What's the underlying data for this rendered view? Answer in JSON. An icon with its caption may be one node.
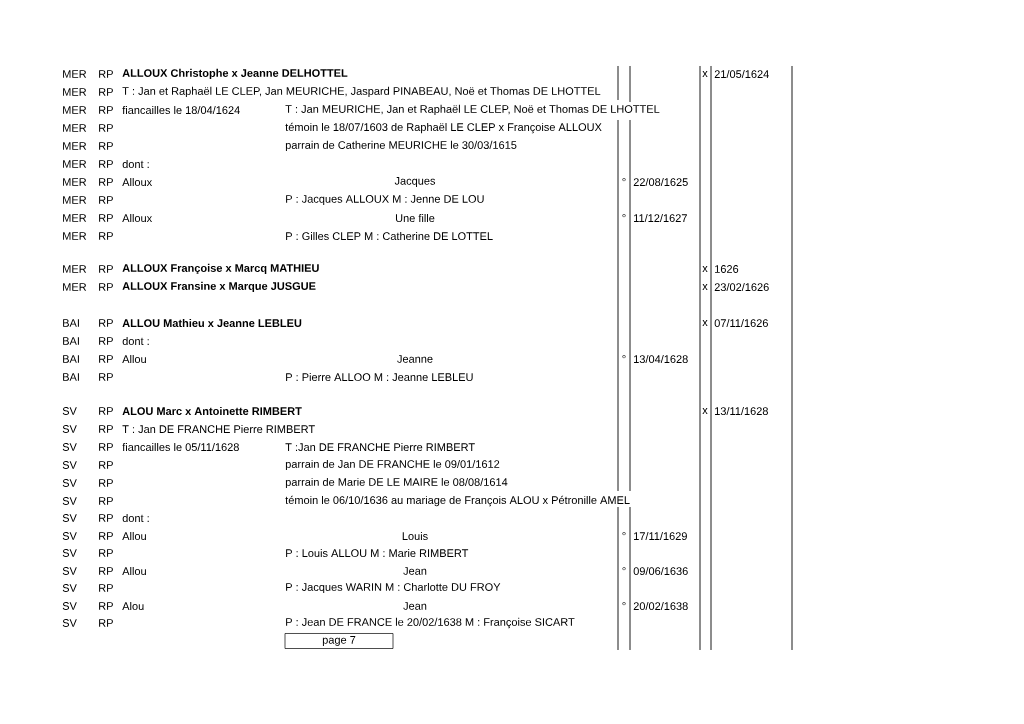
{
  "diagram": {
    "nodes": [
      {
        "text": [
          "page 7"
        ]
      }
    ],
    "labels": [
      "MER",
      "RP",
      "ALLOUX Christophe x Jeanne DELHOTTEL",
      "x",
      "21/05/1624",
      "MER",
      "RP",
      "T : Jan et Raphaël LE CLEP, Jan MEURICHE, Jaspard PINABEAU, Noë et Thomas DE LHOTTEL",
      "MER",
      "RP",
      "fiancailles le 18/04/1624",
      "T : Jan MEURICHE, Jan et Raphaël LE CLEP, Noë et Thomas DE LHOTTEL",
      "MER",
      "RP",
      "témoin le 18/07/1603 de Raphaël LE CLEP x Françoise ALLOUX",
      "MER",
      "RP",
      "parrain de Catherine MEURICHE le 30/03/1615",
      "MER",
      "RP",
      "dont :",
      "MER",
      "RP",
      "Alloux",
      "Jacques",
      "°",
      "22/08/1625",
      "MER",
      "RP",
      "P : Jacques ALLOUX M : Jenne DE LOU",
      "MER",
      "RP",
      "Alloux",
      "Une fille",
      "°",
      "11/12/1627",
      "MER",
      "RP",
      "P : Gilles CLEP M : Catherine DE LOTTEL",
      "MER",
      "RP",
      "ALLOUX Françoise x Marcq MATHIEU",
      "x",
      "1626",
      "MER",
      "RP",
      "ALLOUX Fransine x Marque JUSGUE",
      "x",
      "23/02/1626",
      "BAI",
      "RP",
      "ALLOU Mathieu x Jeanne LEBLEU",
      "x",
      "07/11/1626",
      "BAI",
      "RP",
      "dont :",
      "BAI",
      "RP",
      "Allou",
      "Jeanne",
      "°",
      "13/04/1628",
      "BAI",
      "RP",
      "P : Pierre ALLOO M : Jeanne LEBLEU",
      "SV",
      "RP",
      "ALOU Marc x Antoinette RIMBERT",
      "x",
      "13/11/1628",
      "SV",
      "RP",
      "T : Jan DE FRANCHE Pierre RIMBERT",
      "SV",
      "RP",
      "fiancailles le 05/11/1628",
      "T :Jan DE FRANCHE Pierre RIMBERT",
      "SV",
      "RP",
      "parrain de Jan DE FRANCHE le 09/01/1612",
      "SV",
      "RP",
      "parrain de Marie DE LE MAIRE le 08/08/1614",
      "SV",
      "RP",
      "témoin le 06/10/1636 au mariage de François ALOU x Pétronille AMEL",
      "SV",
      "RP",
      "dont :",
      "SV",
      "RP",
      "Allou",
      "Louis",
      "°",
      "17/11/1629",
      "SV",
      "RP",
      "P : Louis ALLOU M : Marie RIMBERT",
      "SV",
      "RP",
      "Allou",
      "Jean",
      "°",
      "09/06/1636",
      "SV",
      "RP",
      "P : Jacques WARIN M : Charlotte DU FROY",
      "SV",
      "RP",
      "Alou",
      "Jean",
      "°",
      "20/02/1638",
      "SV",
      "RP",
      "P : Jean DE FRANCE le 20/02/1638 M : Françoise SICART"
    ]
  }
}
